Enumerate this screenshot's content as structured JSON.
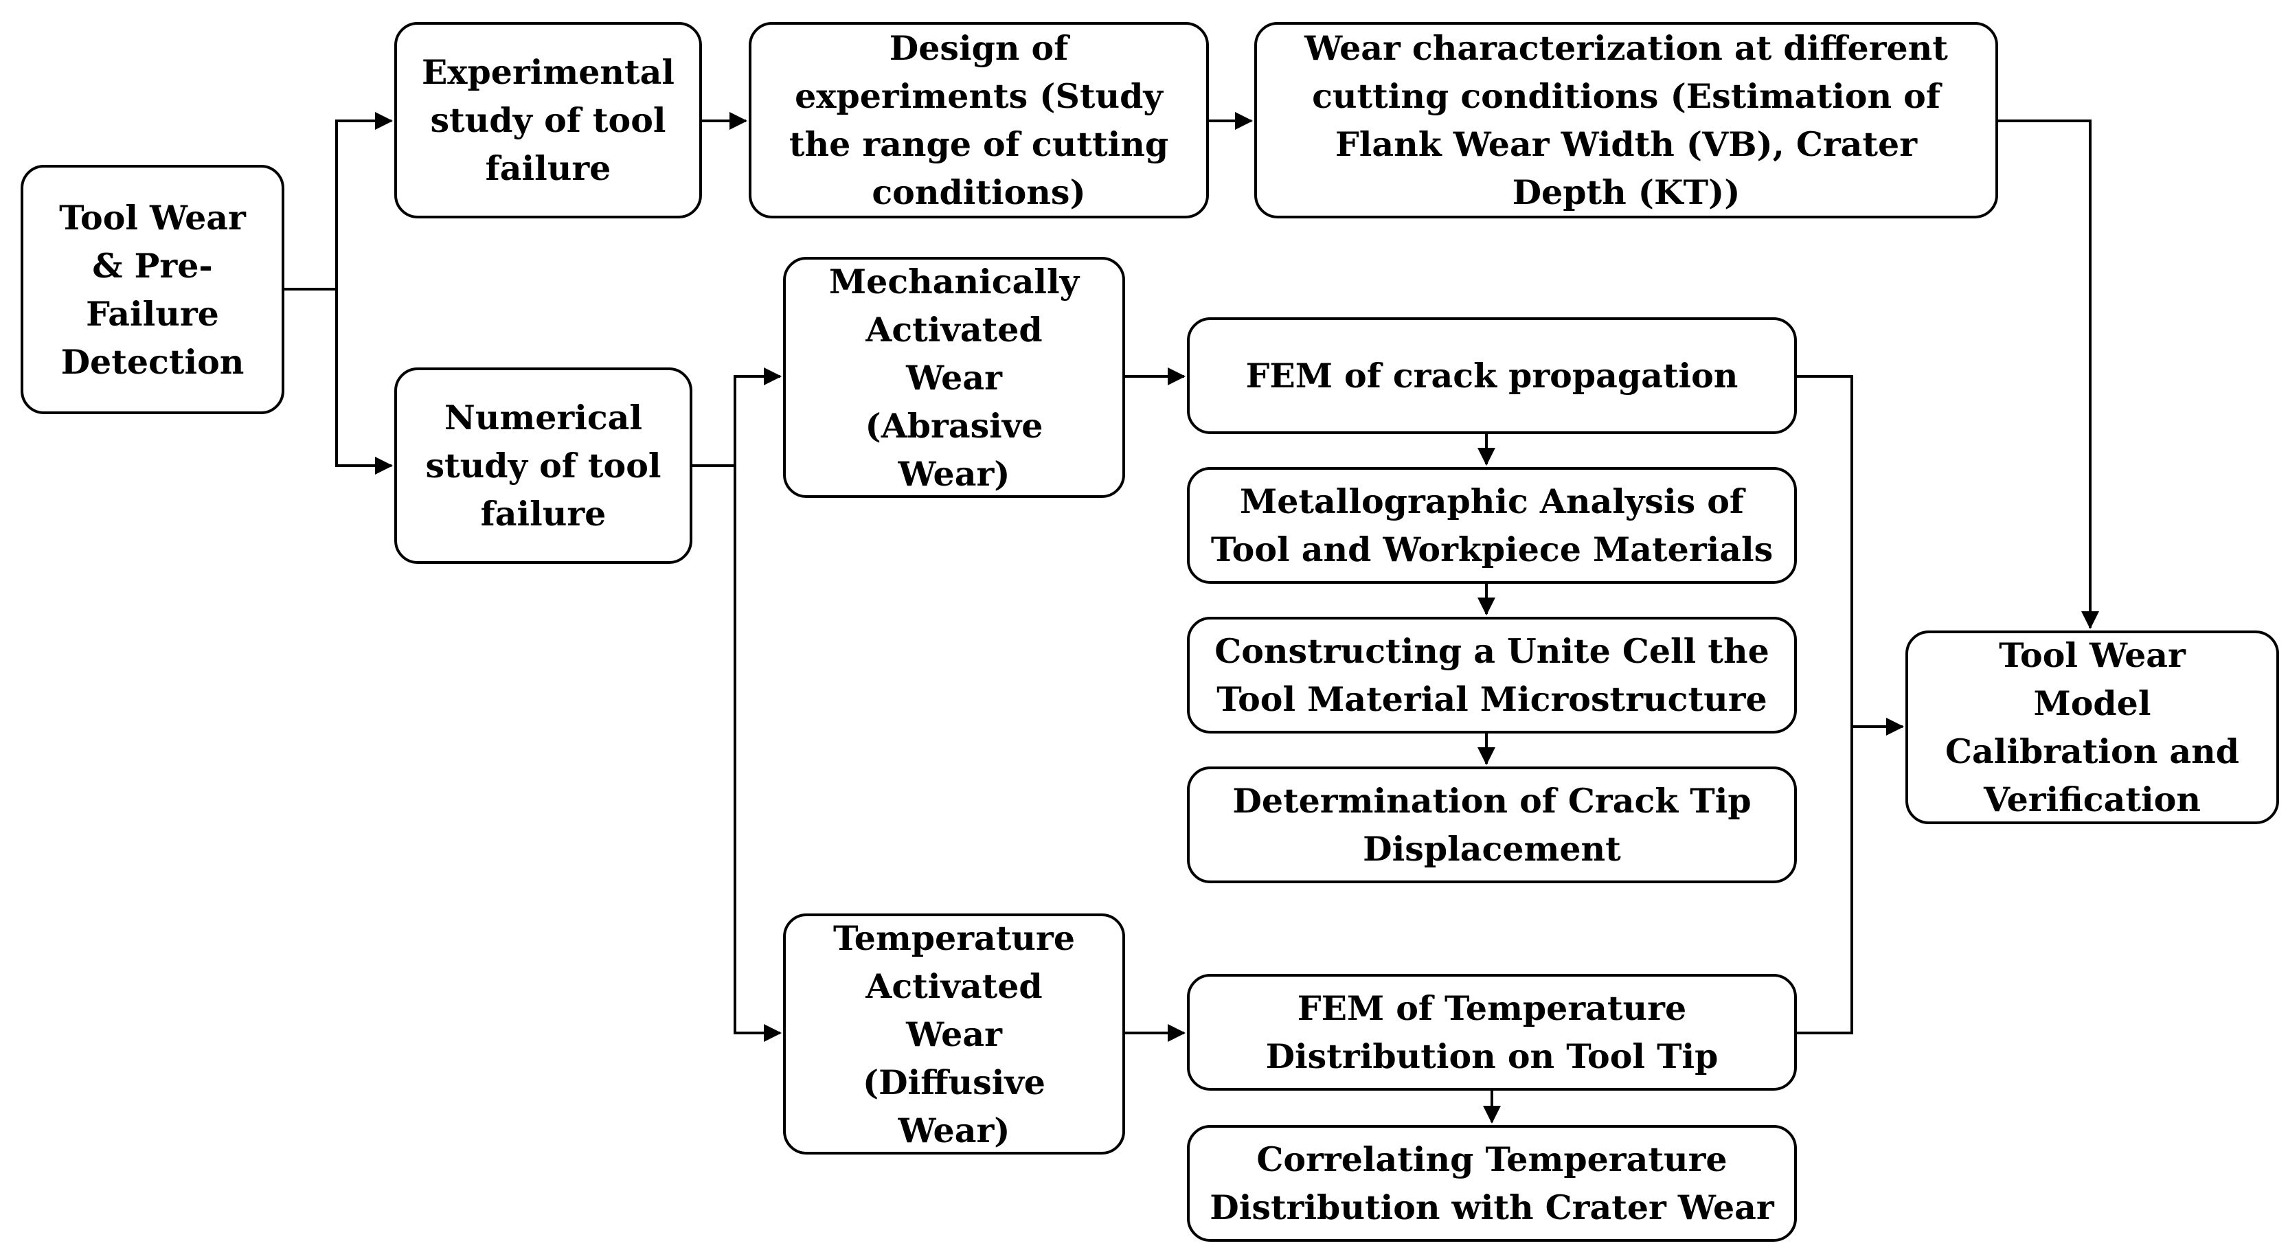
{
  "diagram": {
    "nodes": {
      "root": "Tool Wear\n& Pre-\nFailure\nDetection",
      "experimental": "Experimental\nstudy of tool\nfailure",
      "design_of_experiments": "Design of\nexperiments (Study\nthe range of cutting\nconditions)",
      "wear_characterization": "Wear characterization at different\ncutting conditions (Estimation of\nFlank Wear Width (VB), Crater\nDepth (KT))",
      "numerical": "Numerical\nstudy of tool\nfailure",
      "mechanical_wear": "Mechanically\nActivated\nWear\n(Abrasive\nWear)",
      "temperature_wear": "Temperature\nActivated\nWear\n(Diffusive\nWear)",
      "fem_crack": "FEM of crack propagation",
      "metallographic": "Metallographic Analysis of\nTool and Workpiece Materials",
      "unit_cell": "Constructing a Unite Cell the\nTool Material Microstructure",
      "crack_tip": "Determination of Crack Tip\nDisplacement",
      "fem_temperature": "FEM of Temperature\nDistribution on Tool Tip",
      "correlating": "Correlating Temperature\nDistribution with Crater Wear",
      "model": "Tool Wear\nModel\nCalibration and\nVerification"
    },
    "edges": [
      [
        "root",
        "experimental"
      ],
      [
        "root",
        "numerical"
      ],
      [
        "experimental",
        "design_of_experiments"
      ],
      [
        "design_of_experiments",
        "wear_characterization"
      ],
      [
        "wear_characterization",
        "model"
      ],
      [
        "numerical",
        "mechanical_wear"
      ],
      [
        "numerical",
        "temperature_wear"
      ],
      [
        "mechanical_wear",
        "fem_crack"
      ],
      [
        "fem_crack",
        "metallographic"
      ],
      [
        "metallographic",
        "unit_cell"
      ],
      [
        "unit_cell",
        "crack_tip"
      ],
      [
        "temperature_wear",
        "fem_temperature"
      ],
      [
        "fem_temperature",
        "correlating"
      ],
      [
        "fem_crack",
        "model"
      ],
      [
        "fem_temperature",
        "model"
      ]
    ]
  }
}
